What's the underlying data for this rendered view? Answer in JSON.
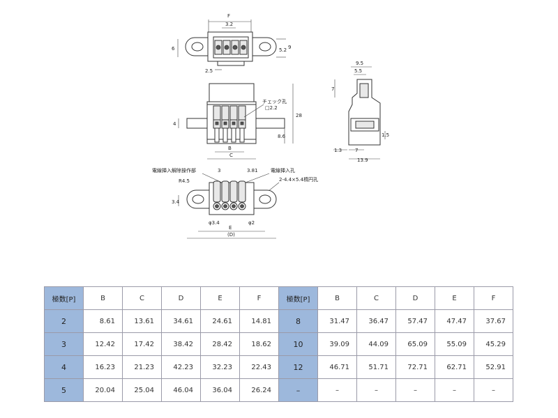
{
  "drawing": {
    "top_view": {
      "F": "F",
      "d3_2": "3.2",
      "d6": "6",
      "d5_2": "5.2",
      "d9": "9",
      "d2_5": "2.5"
    },
    "front_view": {
      "check_hole": "チェック孔",
      "check_size": "□2.2",
      "d4": "4",
      "d28": "28",
      "d8_6": "8.6",
      "B": "B",
      "C": "C"
    },
    "side_view": {
      "d9_5": "9.5",
      "d5_5": "5.5",
      "d7a": "7",
      "d1_5": "1.5",
      "d1_3": "1.3",
      "d7b": "7",
      "d13_9": "13.9"
    },
    "bottom_view": {
      "release_label": "電線挿入解除操作部",
      "wire_hole_label": "電線挿入孔",
      "mount_hole": "2-4.4×5.4楕円孔",
      "d3": "3",
      "d3_81": "3.81",
      "r4_5": "R4.5",
      "d3_4": "3.4",
      "phi3_4": "φ3.4",
      "phi2": "φ2",
      "E": "E",
      "D": "(D)"
    }
  },
  "table": {
    "headers": [
      "極数[P]",
      "B",
      "C",
      "D",
      "E",
      "F"
    ],
    "left_rows": [
      {
        "pole": "2",
        "B": "8.61",
        "C": "13.61",
        "D": "34.61",
        "E": "24.61",
        "F": "14.81"
      },
      {
        "pole": "3",
        "B": "12.42",
        "C": "17.42",
        "D": "38.42",
        "E": "28.42",
        "F": "18.62"
      },
      {
        "pole": "4",
        "B": "16.23",
        "C": "21.23",
        "D": "42.23",
        "E": "32.23",
        "F": "22.43"
      },
      {
        "pole": "5",
        "B": "20.04",
        "C": "25.04",
        "D": "46.04",
        "E": "36.04",
        "F": "26.24"
      }
    ],
    "right_rows": [
      {
        "pole": "8",
        "B": "31.47",
        "C": "36.47",
        "D": "57.47",
        "E": "47.47",
        "F": "37.67"
      },
      {
        "pole": "10",
        "B": "39.09",
        "C": "44.09",
        "D": "65.09",
        "E": "55.09",
        "F": "45.29"
      },
      {
        "pole": "12",
        "B": "46.71",
        "C": "51.71",
        "D": "72.71",
        "E": "62.71",
        "F": "52.91"
      },
      {
        "pole": "–",
        "B": "–",
        "C": "–",
        "D": "–",
        "E": "–",
        "F": "–"
      }
    ]
  }
}
